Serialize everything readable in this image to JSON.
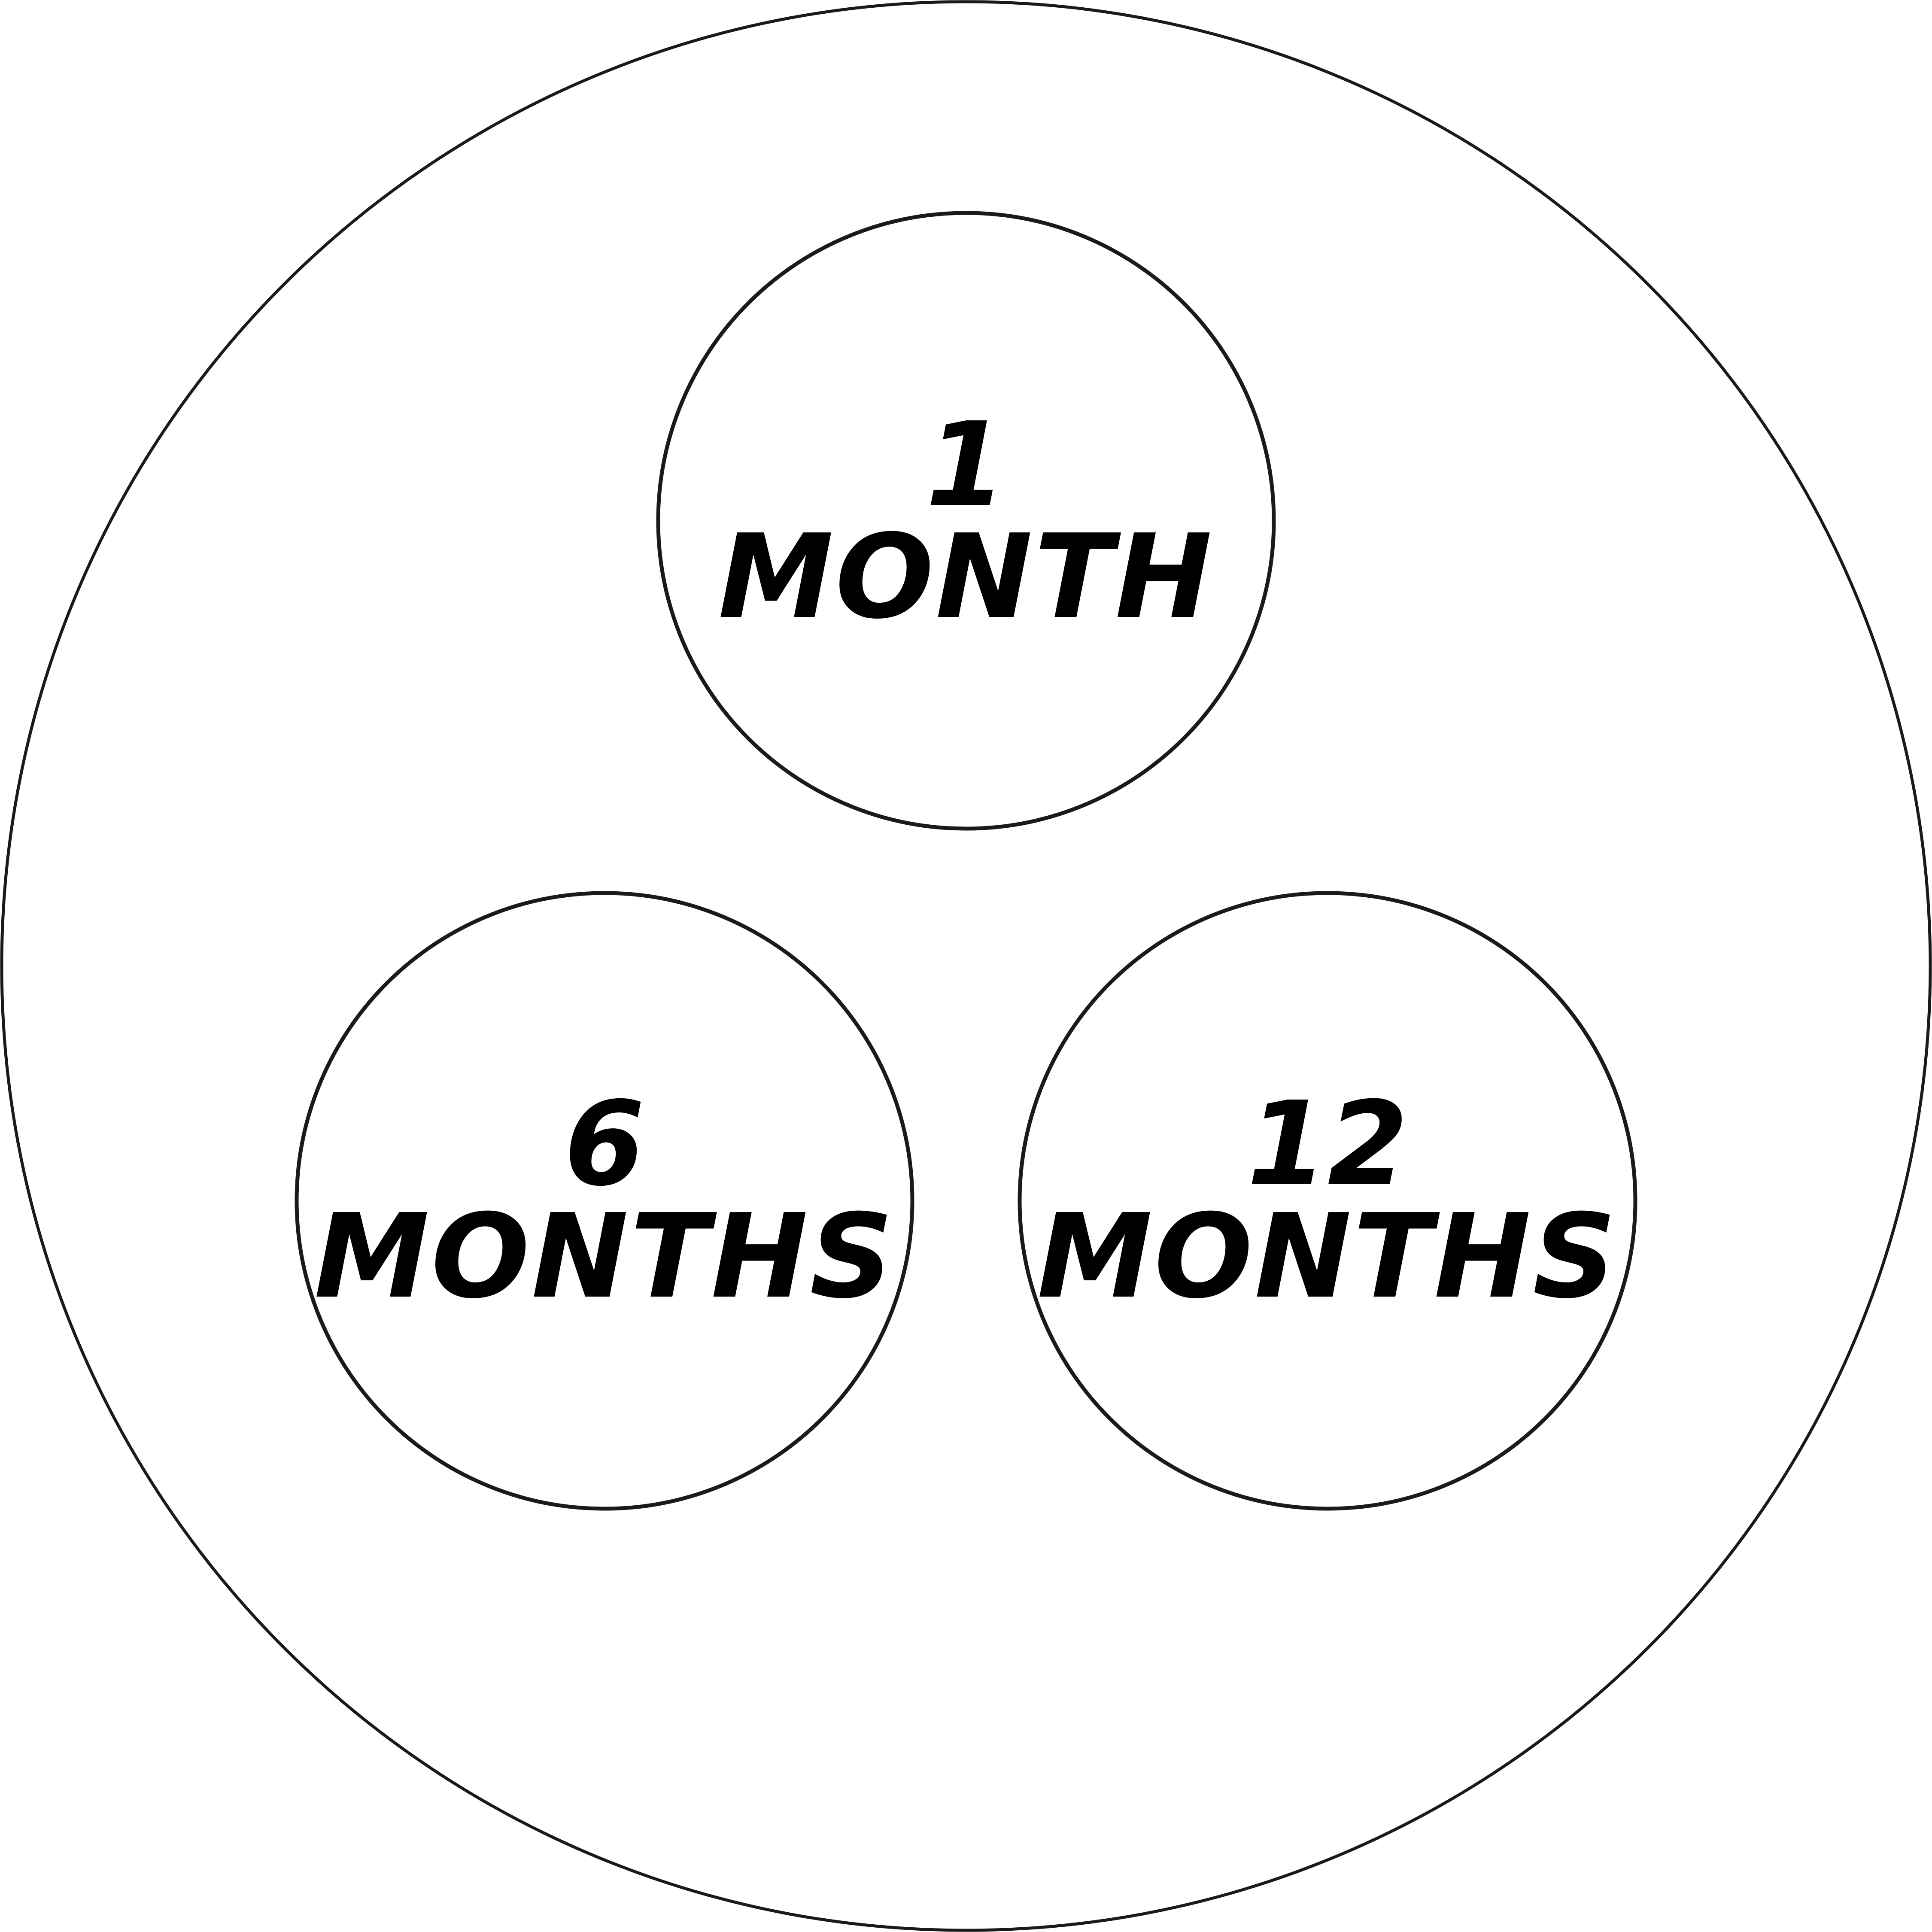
{
  "diagram": {
    "colors": {
      "stroke": "#1a1a1a",
      "text": "#000000",
      "background": "#ffffff"
    },
    "periods": [
      {
        "number": "1",
        "unit": "MONTH"
      },
      {
        "number": "6",
        "unit": "MONTHS"
      },
      {
        "number": "12",
        "unit": "MONTHS"
      }
    ]
  }
}
